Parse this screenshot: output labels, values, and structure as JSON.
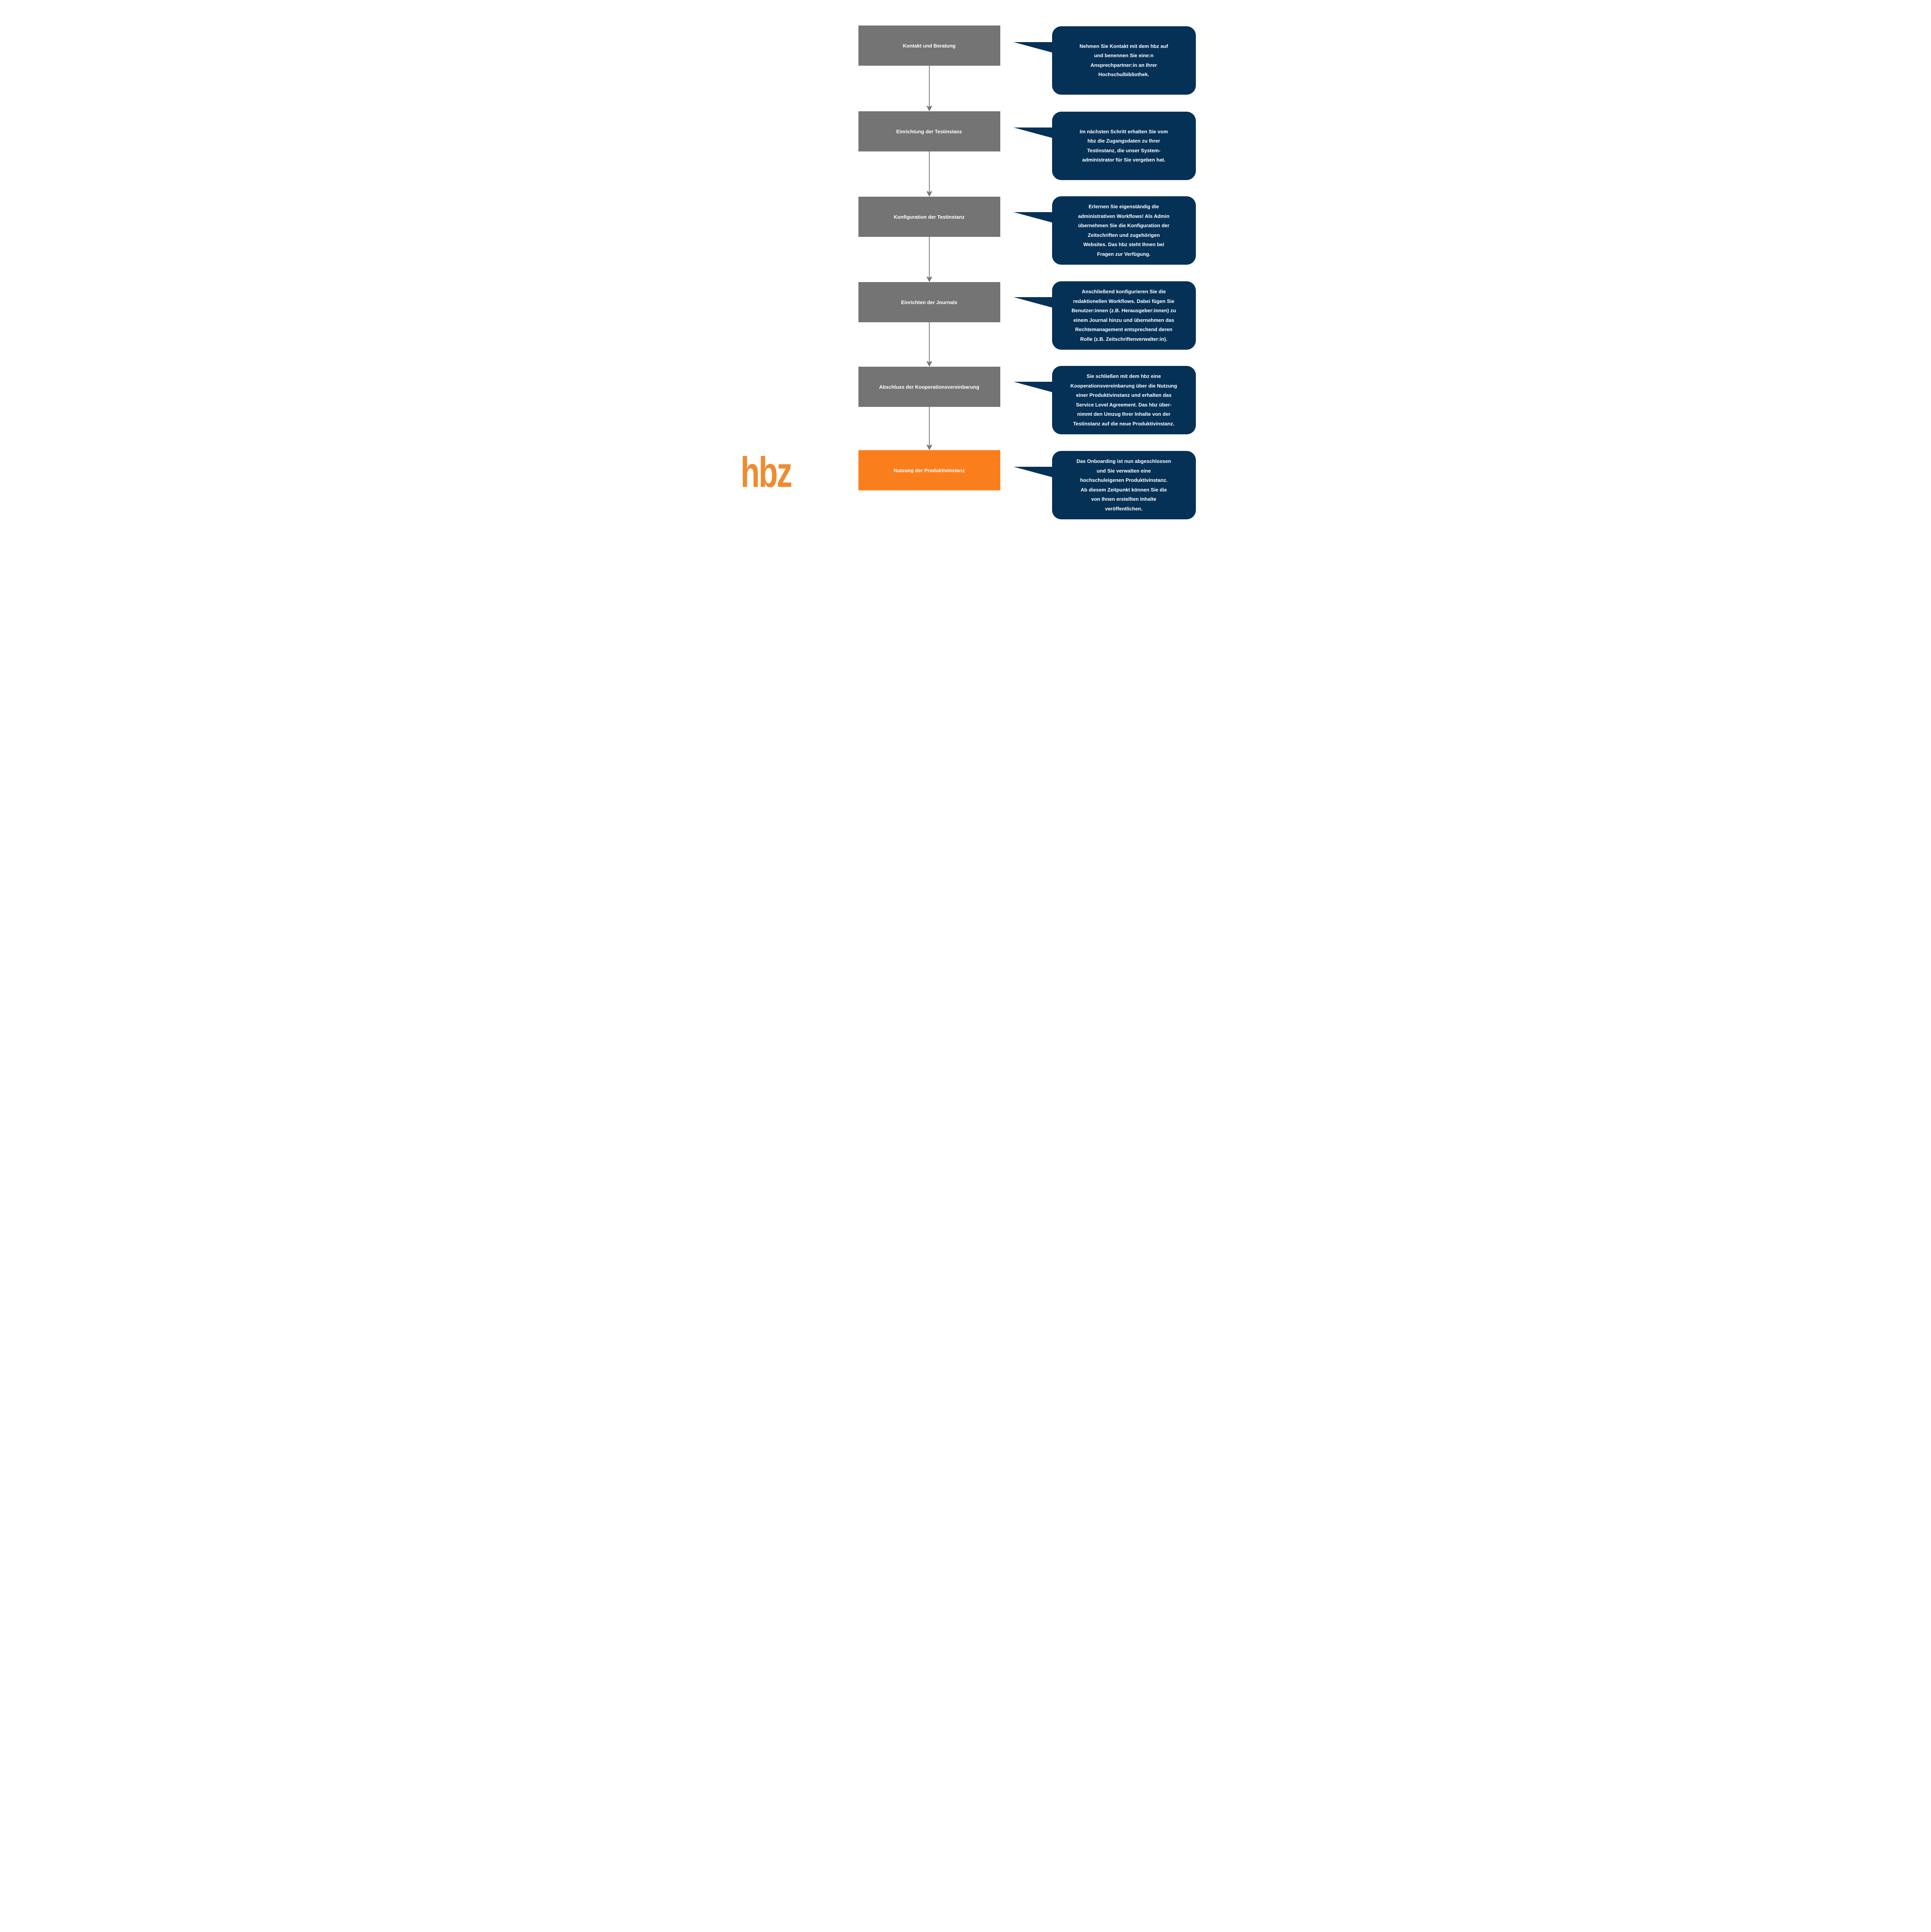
{
  "colors": {
    "box_gray": "#747474",
    "box_orange": "#FB7E1C",
    "bubble_navy": "#053156",
    "arrow_gray": "#757575",
    "text_white": "#FFFFFF",
    "logo_orange": "#EF8B30"
  },
  "logo": {
    "text": "hbz"
  },
  "steps": [
    {
      "label": "Kontakt und Beratung",
      "highlight": false,
      "note": "Nehmen Sie Kontakt mit dem hbz auf\nund benennen Sie eine:n\nAnsprechpartner:in an Ihrer\nHochschulbibliothek."
    },
    {
      "label": "Einrichtung der Testinstanz",
      "highlight": false,
      "note": "Im nächsten Schritt erhalten Sie vom\nhbz die Zugangsdaten zu Ihrer\nTestinstanz, die unser System-\nadministrator für Sie vergeben hat."
    },
    {
      "label": "Konfiguration der Testinstanz",
      "highlight": false,
      "note": "Erlernen Sie eigenständig die\nadministrativen Workflows! Als Admin\nübernehmen Sie die Konfiguration der\nZeitschriften und zugehörigen\nWebsites. Das hbz steht Ihnen bei\nFragen zur Verfügung."
    },
    {
      "label": "Einrichten der Journals",
      "highlight": false,
      "note": "Anschließend konfigurieren Sie die\nredaktionellen Workflows. Dabei fügen Sie\nBenutzer:innen (z.B. Herausgeber:innen) zu\neinem Journal hinzu und übernehmen das\nRechtemanagement entsprechend deren\nRolle (z.B. Zeitschriftenverwalter:in)."
    },
    {
      "label": "Abschluss der Kooperationsvereinbarung",
      "highlight": false,
      "note": "Sie schließen mit dem hbz eine\nKooperationsvereinbarung über die Nutzung\neiner Produktivinstanz und erhalten das\nService Level Agreement. Das hbz über-\nnimmt den Umzug Ihrer Inhalte von der\nTestinstanz auf die neue Produktivinstanz."
    },
    {
      "label": "Nutzung der Produktivinstanz",
      "highlight": true,
      "note": "Das Onboarding ist nun abgeschlossen\nund Sie verwalten eine\nhochschuleigenen Produktivinstanz.\nAb diesem Zeitpunkt können Sie die\nvon Ihnen erstellten Inhalte\nveröffentlichen."
    }
  ]
}
